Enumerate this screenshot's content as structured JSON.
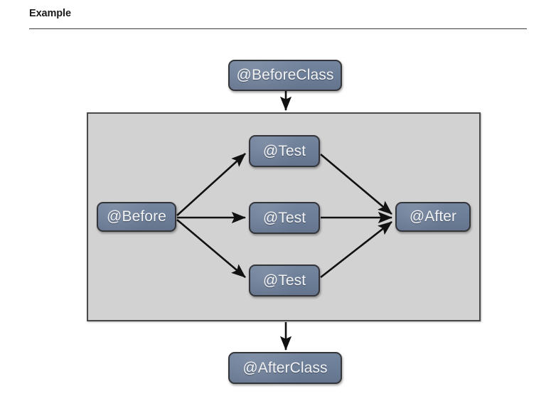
{
  "header": {
    "title": "Example",
    "divider": "horizontal-rule"
  },
  "diagram": {
    "type": "flowchart",
    "description": "JUnit annotation lifecycle flow diagram",
    "panel": {
      "name": "test-phase-panel",
      "label": "",
      "fill_color": "#d2d2d2",
      "border_color": "#4a4a4a"
    },
    "node_fill_color": "#6e7f99",
    "node_border_color": "#34353a",
    "node_text_color": "#f2f3f5",
    "edge_color": "#111111",
    "nodes": [
      {
        "id": "beforeclass",
        "label": "@BeforeClass",
        "inside_panel": false
      },
      {
        "id": "before",
        "label": "@Before",
        "inside_panel": true
      },
      {
        "id": "test1",
        "label": "@Test",
        "inside_panel": true
      },
      {
        "id": "test2",
        "label": "@Test",
        "inside_panel": true
      },
      {
        "id": "test3",
        "label": "@Test",
        "inside_panel": true
      },
      {
        "id": "after",
        "label": "@After",
        "inside_panel": true
      },
      {
        "id": "afterclass",
        "label": "@AfterClass",
        "inside_panel": false
      }
    ],
    "edges": [
      {
        "from": "beforeclass",
        "to": "panel-top"
      },
      {
        "from": "before",
        "to": "test1"
      },
      {
        "from": "before",
        "to": "test2"
      },
      {
        "from": "before",
        "to": "test3"
      },
      {
        "from": "test1",
        "to": "after"
      },
      {
        "from": "test2",
        "to": "after"
      },
      {
        "from": "test3",
        "to": "after"
      },
      {
        "from": "panel-bottom",
        "to": "afterclass"
      }
    ]
  }
}
